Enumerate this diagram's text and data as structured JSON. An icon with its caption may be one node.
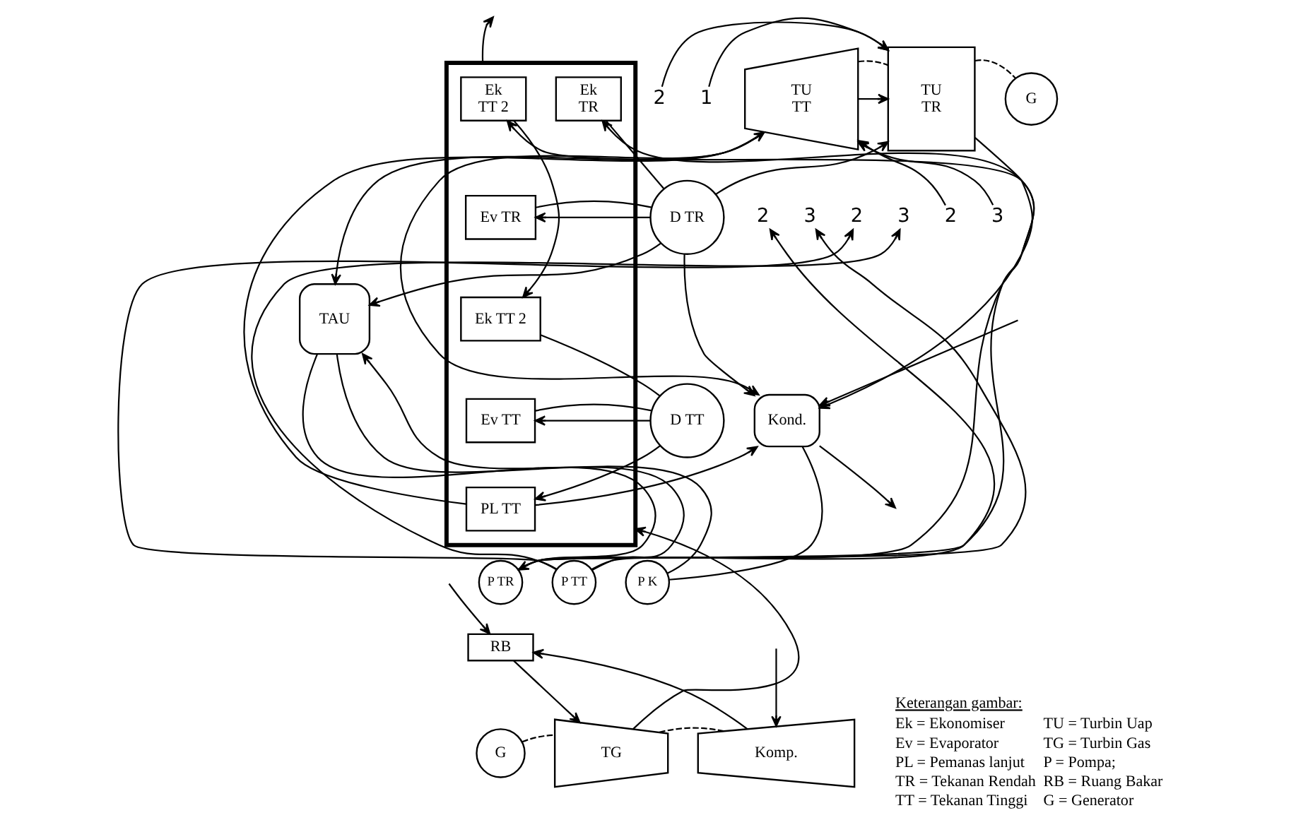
{
  "diagram": {
    "nodes": [
      {
        "text": [],
        "shape": "box"
      },
      {
        "text": [
          "Ek",
          "TT 2"
        ],
        "in": 0
      },
      {
        "text": [
          "Ek",
          "TR"
        ],
        "in": 0
      },
      {
        "text": [
          "Ev TR"
        ],
        "in": 0
      },
      {
        "text": [
          "Ek TT 2"
        ],
        "in": 0
      },
      {
        "text": [
          "Ev TT"
        ],
        "in": 0
      },
      {
        "text": [
          "PL TT"
        ],
        "in": 0
      },
      {
        "text": [
          "2"
        ]
      },
      {
        "text": [
          "1"
        ]
      },
      {
        "text": [
          "TU",
          "TT"
        ]
      },
      {
        "text": [
          "TU",
          "TR"
        ]
      },
      {
        "text": [
          "G"
        ]
      },
      {
        "text": [
          "2"
        ]
      },
      {
        "text": [
          "3"
        ]
      },
      {
        "text": [
          "D TR"
        ]
      },
      {
        "text": [
          "TAU"
        ]
      },
      {
        "text": [
          "2"
        ]
      },
      {
        "text": [
          "3"
        ]
      },
      {
        "text": [
          "2"
        ]
      },
      {
        "text": [
          "3"
        ]
      },
      {
        "text": [
          "D TT"
        ]
      },
      {
        "text": [
          "Kond."
        ]
      },
      {
        "text": [
          "P TR"
        ]
      },
      {
        "text": [
          "P TT"
        ]
      },
      {
        "text": [
          "P K"
        ]
      },
      {
        "text": [
          "RB"
        ]
      },
      {
        "text": [
          "G"
        ]
      },
      {
        "text": [
          "TG"
        ]
      },
      {
        "text": [
          "Komp."
        ]
      }
    ],
    "edges": [
      {
        "from": 27,
        "to": 0,
        "arrow": "to"
      },
      {
        "from": 0,
        "to": null,
        "arrow": "to"
      },
      {
        "from": 23,
        "to": 1,
        "arrow": "to"
      },
      {
        "from": 22,
        "to": 2,
        "arrow": "to"
      },
      {
        "from": 1,
        "to": 4,
        "arrow": "to"
      },
      {
        "from": 2,
        "to": 14,
        "arrow": "none"
      },
      {
        "from": 14,
        "to": 3,
        "arrow": "to"
      },
      {
        "from": 3,
        "to": 14,
        "arrow": "none"
      },
      {
        "from": 4,
        "to": 20,
        "arrow": "none"
      },
      {
        "from": 20,
        "to": 5,
        "arrow": "to"
      },
      {
        "from": 5,
        "to": 20,
        "arrow": "none"
      },
      {
        "from": 20,
        "to": 6,
        "arrow": "to"
      },
      {
        "from": 6,
        "to": 9,
        "arrow": "to"
      },
      {
        "from": 6,
        "to": 21,
        "arrow": "to"
      },
      {
        "from": 14,
        "to": 10,
        "arrow": "to"
      },
      {
        "from": 14,
        "to": 15,
        "arrow": "to"
      },
      {
        "from": 14,
        "to": 21,
        "arrow": "to"
      },
      {
        "from": 9,
        "to": 10,
        "arrow": "to"
      },
      {
        "from": 9,
        "to": 15,
        "arrow": "to"
      },
      {
        "from": 9,
        "to": 21,
        "arrow": "to"
      },
      {
        "from": 7,
        "to": 10,
        "arrow": "to"
      },
      {
        "from": 8,
        "to": 10,
        "arrow": "to"
      },
      {
        "from": 23,
        "to": 12,
        "arrow": "to"
      },
      {
        "from": 23,
        "to": 13,
        "arrow": "to"
      },
      {
        "from": 22,
        "to": 16,
        "arrow": "to"
      },
      {
        "from": 22,
        "to": 17,
        "arrow": "to"
      },
      {
        "from": 18,
        "to": 9,
        "arrow": "to"
      },
      {
        "from": 19,
        "to": 9,
        "arrow": "to"
      },
      {
        "from": 15,
        "to": 22,
        "arrow": "to"
      },
      {
        "from": 15,
        "to": 23,
        "arrow": "none"
      },
      {
        "from": 10,
        "to": 21,
        "arrow": "to"
      },
      {
        "from": 21,
        "to": 24,
        "arrow": "none"
      },
      {
        "from": 24,
        "to": 15,
        "arrow": "to"
      },
      {
        "from": null,
        "to": 21,
        "arrow": "to"
      },
      {
        "from": 21,
        "to": null,
        "arrow": "to"
      },
      {
        "from": 9,
        "to": 10,
        "arrow": "none",
        "style": "dashed"
      },
      {
        "from": 10,
        "to": 11,
        "arrow": "none",
        "style": "dashed"
      },
      {
        "from": null,
        "to": 28,
        "arrow": "to"
      },
      {
        "from": 28,
        "to": 25,
        "arrow": "to"
      },
      {
        "from": null,
        "to": 25,
        "arrow": "to"
      },
      {
        "from": 25,
        "to": 27,
        "arrow": "to"
      },
      {
        "from": 26,
        "to": 27,
        "arrow": "none",
        "style": "dashed"
      },
      {
        "from": 27,
        "to": 28,
        "arrow": "none",
        "style": "dashed"
      }
    ],
    "labels": [
      "Keterangan gambar:",
      "Ek = Ekonomiser",
      "TU = Turbin Uap",
      "Ev = Evaporator",
      "TG = Turbin Gas",
      "PL = Pemanas lanjut",
      "P = Pompa;",
      "TR = Tekanan Rendah",
      "RB = Ruang Bakar",
      "TT = Tekanan Tinggi",
      "G = Generator"
    ]
  }
}
